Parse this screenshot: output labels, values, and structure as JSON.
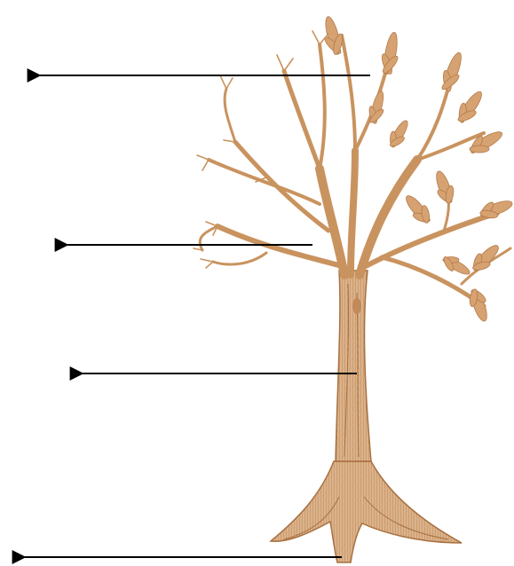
{
  "diagram": {
    "subject": "tree-illustration",
    "colors": {
      "tree_fill": "#d9b188",
      "tree_stroke": "#b47a4a",
      "tree_dark": "#9b6136",
      "arrow": "#000000",
      "background": "#ffffff"
    },
    "arrows": [
      {
        "points_to": "leaves-and-twigs",
        "label": ""
      },
      {
        "points_to": "branches",
        "label": ""
      },
      {
        "points_to": "trunk",
        "label": ""
      },
      {
        "points_to": "roots",
        "label": ""
      }
    ]
  }
}
